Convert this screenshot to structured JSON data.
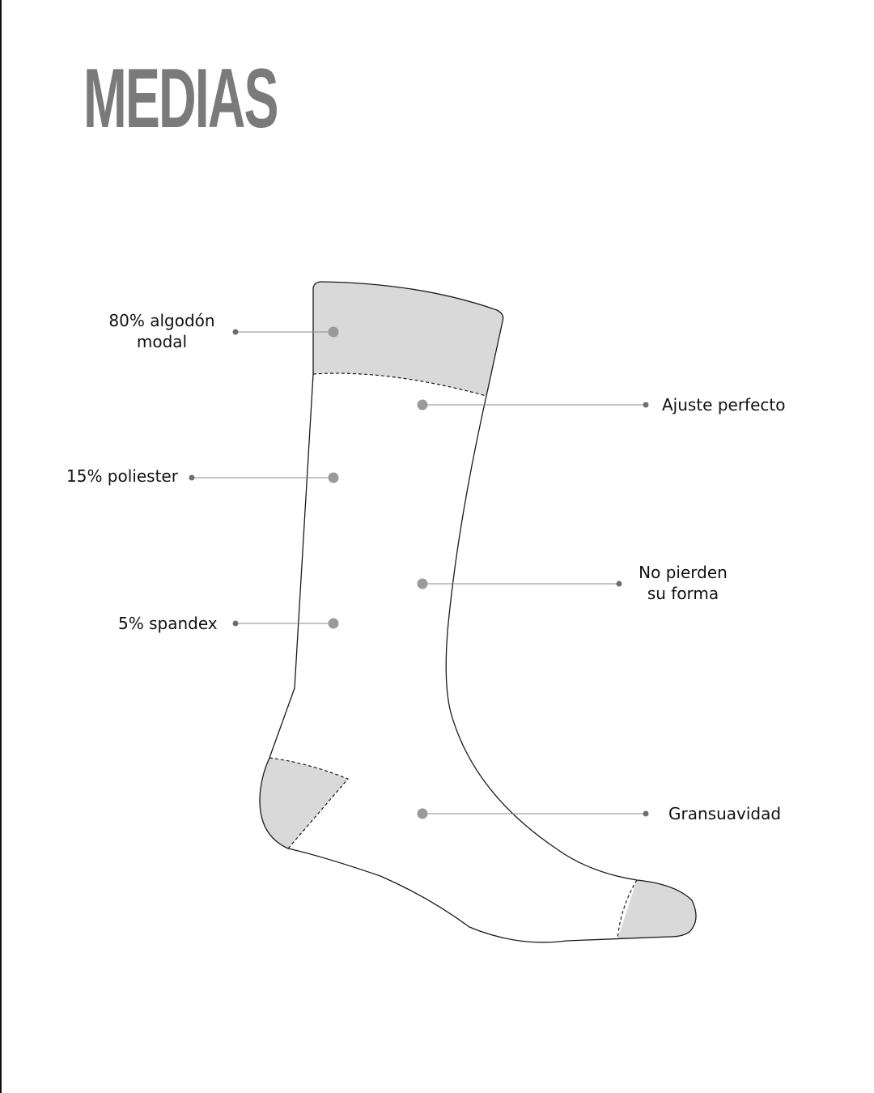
{
  "title": "MEDIAS",
  "colors": {
    "title": "#7a7a7a",
    "outline": "#1a1a1a",
    "fill_panel": "#d9d9d9",
    "marker": "#9a9a9a",
    "leader_line": "#8a8a8a",
    "leader_dot": "#6e6e6e",
    "text": "#111111"
  },
  "callouts": {
    "cotton": {
      "line1": "80% algodón",
      "line2": "modal"
    },
    "fit": {
      "text": "Ajuste perfecto"
    },
    "polyester": {
      "text": "15% poliester"
    },
    "shape": {
      "line1": "No pierden",
      "line2": "su forma"
    },
    "spandex": {
      "text": "5% spandex"
    },
    "softness": {
      "text": "Gransuavidad"
    }
  }
}
